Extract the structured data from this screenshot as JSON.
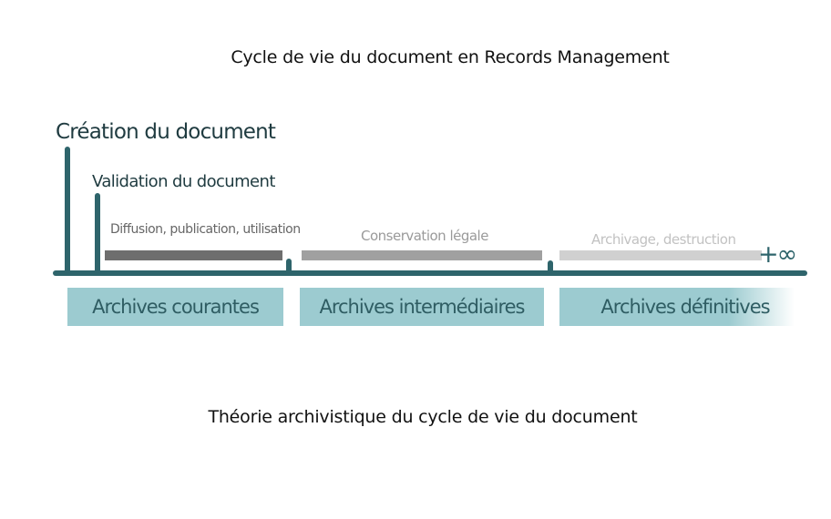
{
  "titles": {
    "top": "Cycle de vie du document en Records Management",
    "bottom": "Théorie archivistique du cycle de vie du document"
  },
  "milestones": {
    "creation": "Création du document",
    "validation": "Validation du document"
  },
  "phases": {
    "diffusion": "Diffusion, publication, utilisation",
    "conservation": "Conservation légale",
    "archivage": "Archivage, destruction"
  },
  "infinity": "+∞",
  "archives": {
    "courantes": "Archives courantes",
    "intermediaires": "Archives intermédiaires",
    "definitives": "Archives définitives"
  },
  "colors": {
    "accent": "#2e646b",
    "box": "#9ccbd0",
    "phase_dark": "#6e6e6e",
    "phase_mid": "#a0a0a0",
    "phase_light": "#d0d0d0"
  }
}
